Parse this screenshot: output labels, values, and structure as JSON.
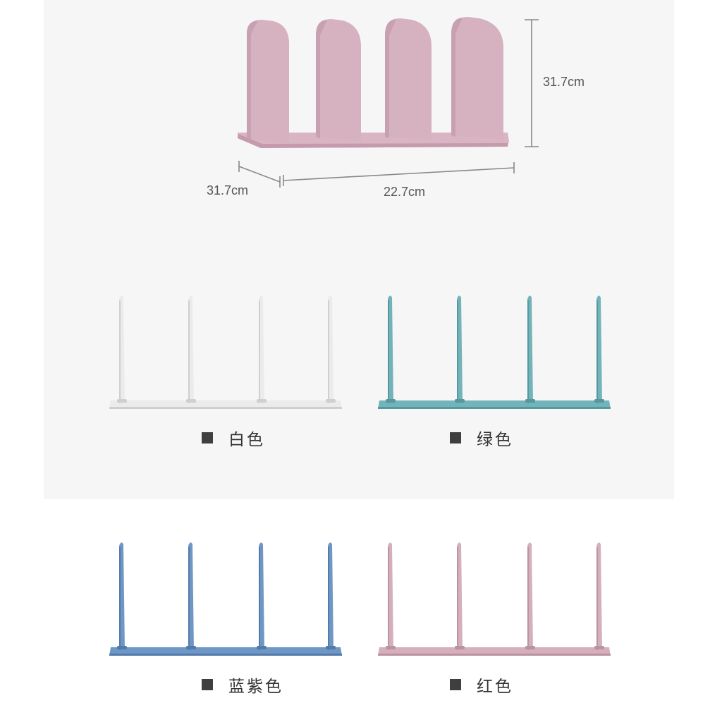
{
  "colors": {
    "pink": "#d8b3c1",
    "pink_dark": "#c99eb0",
    "white": "#ebebeb",
    "green": "#73b3ba",
    "blue_violet": "#6f97c6",
    "red": "#d6afbd",
    "dimension_line": "#888888"
  },
  "dimensions": {
    "height": "31.7cm",
    "depth": "31.7cm",
    "width": "22.7cm"
  },
  "variants": [
    {
      "label": "白色",
      "color_key": "white"
    },
    {
      "label": "绿色",
      "color_key": "green"
    },
    {
      "label": "蓝紫色",
      "color_key": "blue_violet"
    },
    {
      "label": "红色",
      "color_key": "red"
    }
  ]
}
